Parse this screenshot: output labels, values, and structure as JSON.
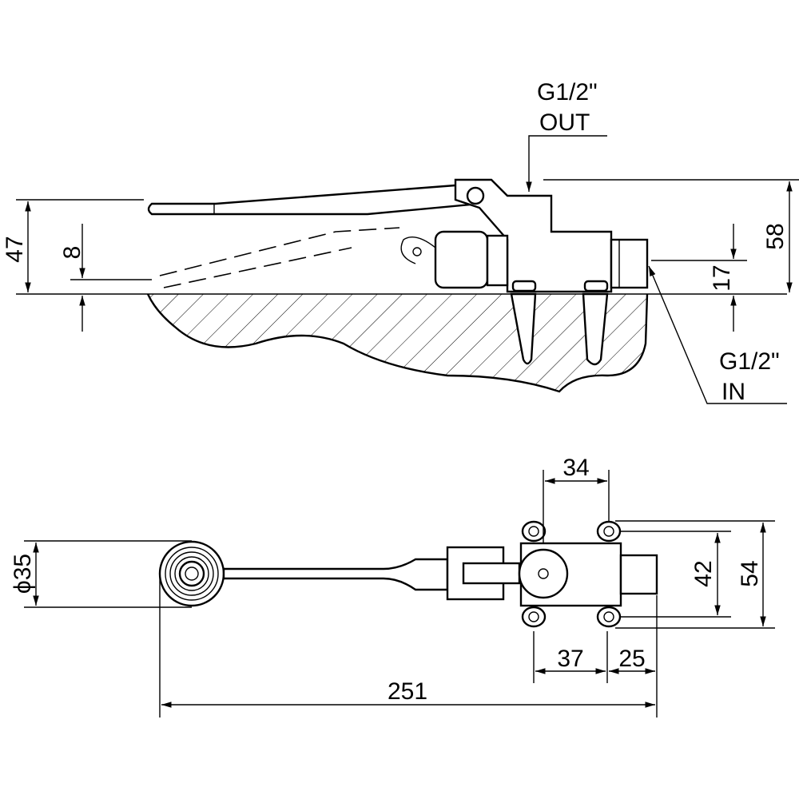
{
  "title": "Foot-operated valve dimension drawing",
  "side_view": {
    "outlet_label_line1": "G1/2\"",
    "outlet_label_line2": "OUT",
    "inlet_label_line1": "G1/2\"",
    "inlet_label_line2": "IN",
    "dim_height_pedal": "47",
    "dim_pedal_offset": "8",
    "dim_total_height": "58",
    "dim_inlet_height": "17"
  },
  "top_view": {
    "dim_body_width": "34",
    "dim_pedal_diameter": "ϕ35",
    "dim_mount_spacing": "42",
    "dim_body_depth": "54",
    "dim_body_to_inlet": "37",
    "dim_inlet_length": "25",
    "dim_total_length": "251"
  }
}
